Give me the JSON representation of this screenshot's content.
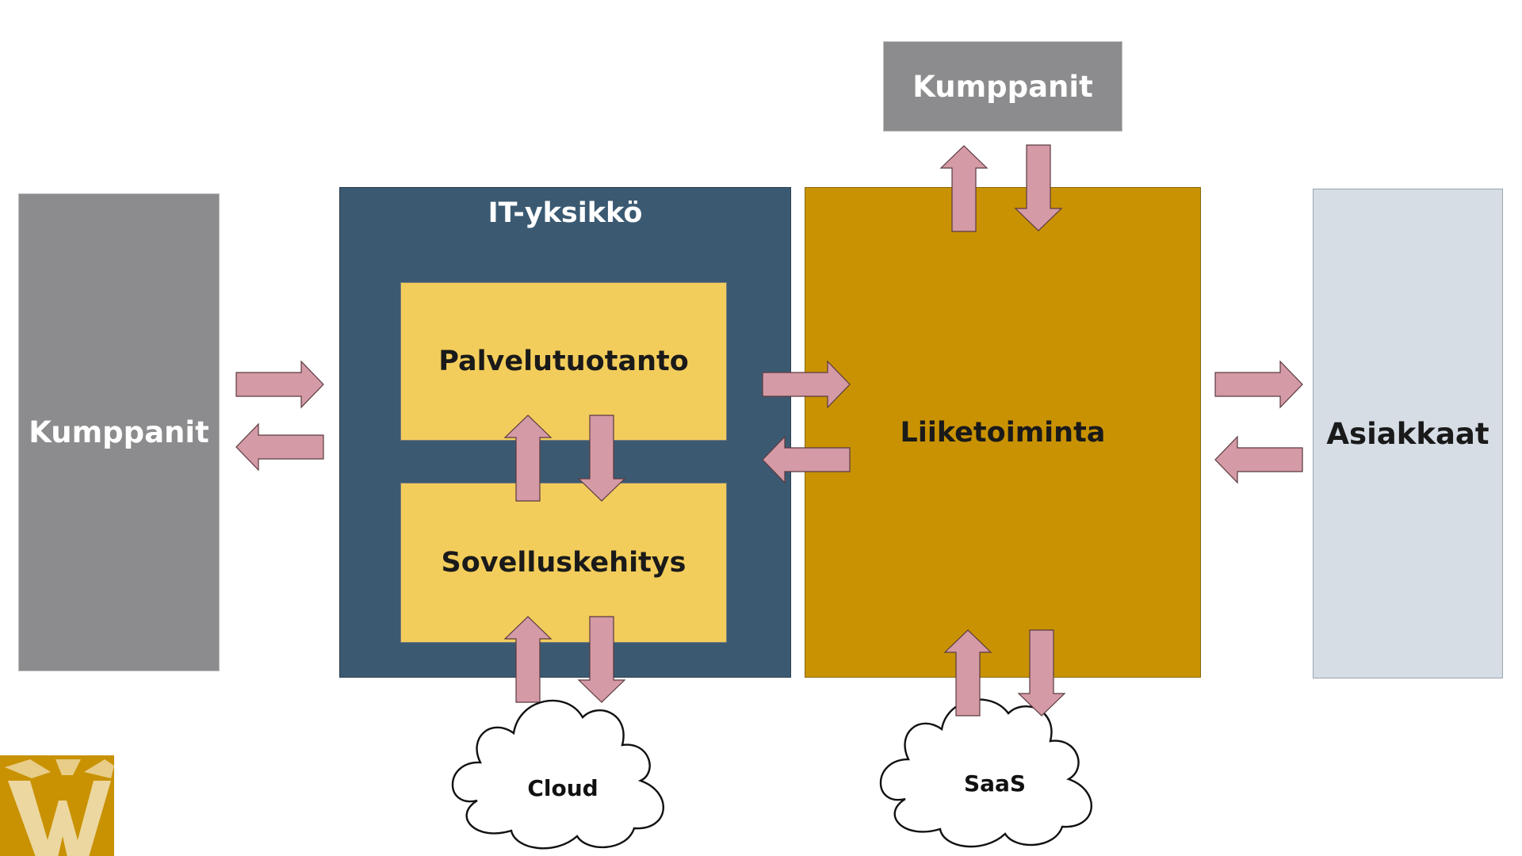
{
  "diagram": {
    "partners_left": "Kumppanit",
    "partners_top": "Kumppanit",
    "it_unit": "IT-yksikkö",
    "service_production": "Palvelutuotanto",
    "app_development": "Sovelluskehitys",
    "business": "Liiketoiminta",
    "customers": "Asiakkaat",
    "cloud": "Cloud",
    "saas": "SaaS"
  },
  "colors": {
    "partners": "#8c8c8e",
    "it_unit": "#3b5a72",
    "inner_boxes": "#f3cd5b",
    "business": "#c99202",
    "customers": "#d6dde5",
    "arrows": "#d49aa5",
    "logo": "#c99202"
  },
  "icons": {
    "logo": "w-logo-icon"
  }
}
